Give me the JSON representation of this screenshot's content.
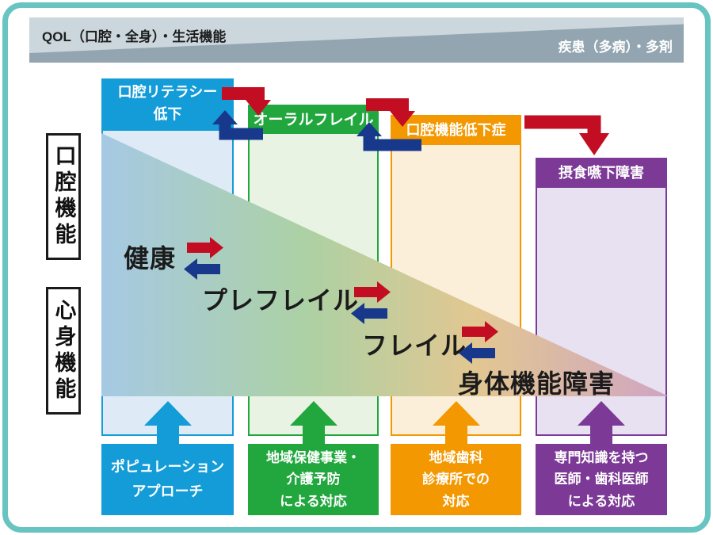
{
  "top_bar": {
    "left_label": "QOL（口腔・全身）・生活機能",
    "right_label": "疾患（多病）・多剤",
    "light_color": "#CBD6DD",
    "dark_color": "#92A5B0"
  },
  "side_labels": {
    "oral": "口腔機能",
    "mind_body": "心身機能"
  },
  "stages": {
    "healthy": "健康",
    "prefrail": "プレフレイル",
    "frail": "フレイル",
    "physical_disability": "身体機能障害"
  },
  "columns": [
    {
      "header": "口腔リテラシー\n低下",
      "action": "ポピュレーション\nアプローチ",
      "accent_color": "#149CD8",
      "fill_color": "#DEEBF7"
    },
    {
      "header": "オーラルフレイル",
      "action": "地域保健事業・\n介護予防\nによる対応",
      "accent_color": "#21A73E",
      "fill_color": "#E9F3E3"
    },
    {
      "header": "口腔機能低下症",
      "action": "地域歯科\n診療所での\n対応",
      "accent_color": "#F39800",
      "fill_color": "#FCEFDA"
    },
    {
      "header": "摂食嚥下障害",
      "action": "専門知識を持つ\n医師・歯科医師\nによる対応",
      "accent_color": "#7C3A96",
      "fill_color": "#E7E1F1"
    }
  ],
  "arrows": {
    "forward_color": "#C30D23",
    "reverse_color": "#18388C"
  },
  "frame_color": "#68C4C0",
  "triangle_gradient": [
    "#A6C9E4",
    "#ACD1A4",
    "#E2C791",
    "#D2A9BD"
  ]
}
